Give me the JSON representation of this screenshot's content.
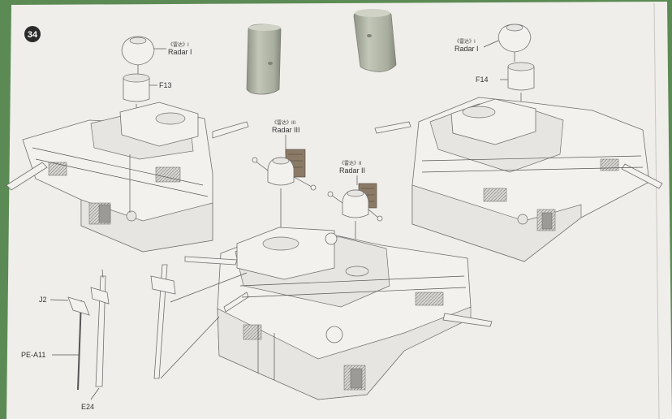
{
  "step": {
    "number": "34"
  },
  "parts": {
    "radar1_left_cn": "《雷达》I",
    "radar1_left_en": "Radar I",
    "radar1_right_cn": "《雷达》I",
    "radar1_right_en": "Radar I",
    "radar3_cn": "《雷达》III",
    "radar3_en": "Radar III",
    "radar2_cn": "《雷达》II",
    "radar2_en": "Radar II",
    "f13": "F13",
    "f14": "F14",
    "j2": "J2",
    "pe_a11": "PE-A11",
    "e24": "E24"
  },
  "colors": {
    "paper": "#efeeea",
    "background": "#5c8a54",
    "resin_part": "#b5b9aa",
    "photo_etch": "#8a7a66"
  }
}
